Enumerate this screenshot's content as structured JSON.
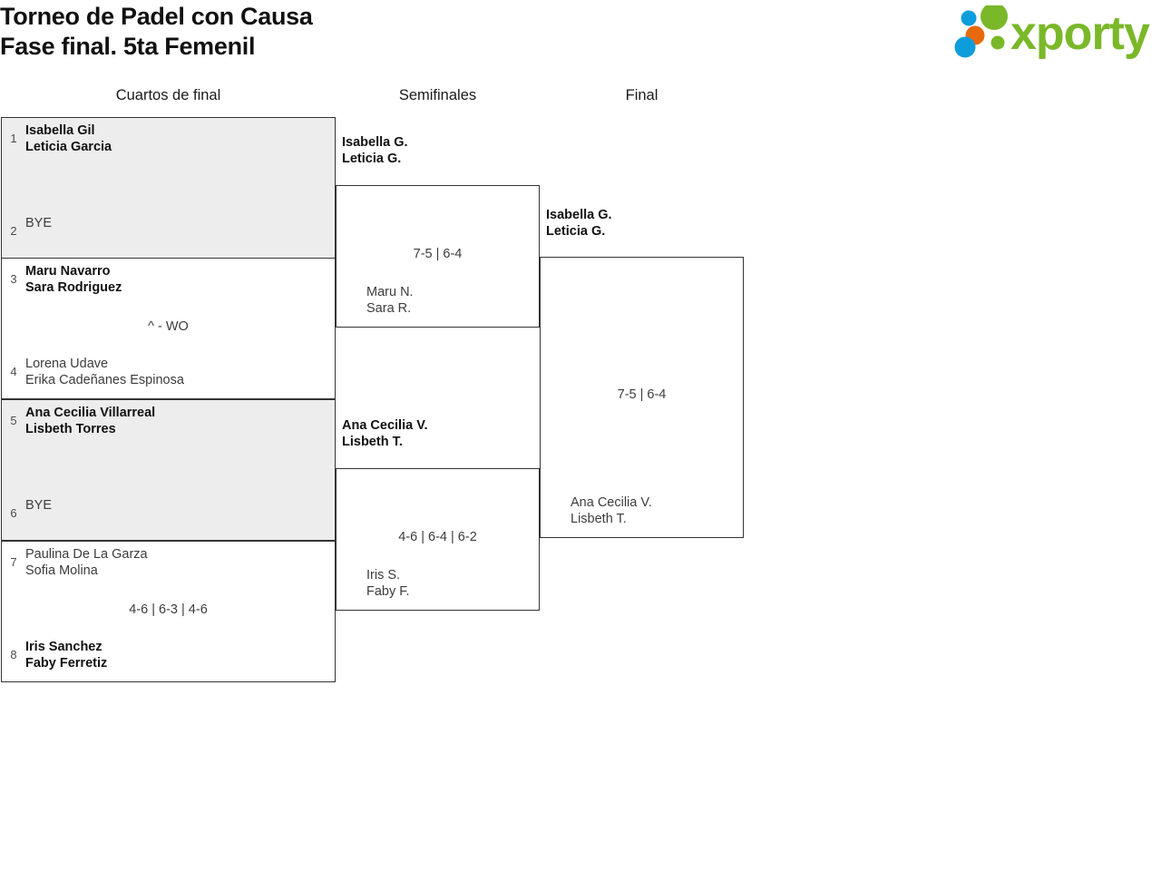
{
  "header": {
    "title_line1": "Torneo de Padel con Causa",
    "title_line2": "Fase final. 5ta Femenil",
    "logo_text": "xporty",
    "logo_colors": {
      "green": "#7ab829",
      "orange": "#e8690b",
      "blue": "#0d9ddb"
    }
  },
  "rounds": [
    {
      "label": "Cuartos de final"
    },
    {
      "label": "Semifinales"
    },
    {
      "label": "Final"
    }
  ],
  "quarterfinals": [
    {
      "shaded": true,
      "top": {
        "seed": "1",
        "names": [
          "Isabella Gil",
          "Leticia Garcia"
        ],
        "winner": true
      },
      "bottom": {
        "seed": "2",
        "names": [
          "BYE"
        ],
        "winner": false
      },
      "score": ""
    },
    {
      "shaded": false,
      "top": {
        "seed": "3",
        "names": [
          "Maru Navarro",
          "Sara Rodriguez"
        ],
        "winner": true
      },
      "bottom": {
        "seed": "4",
        "names": [
          "Lorena Udave",
          "Erika Cadeñanes Espinosa"
        ],
        "winner": false
      },
      "score": "^ - WO"
    },
    {
      "shaded": true,
      "top": {
        "seed": "5",
        "names": [
          "Ana Cecilia Villarreal",
          "Lisbeth Torres"
        ],
        "winner": true
      },
      "bottom": {
        "seed": "6",
        "names": [
          "BYE"
        ],
        "winner": false
      },
      "score": ""
    },
    {
      "shaded": false,
      "top": {
        "seed": "7",
        "names": [
          "Paulina De La Garza",
          "Sofia Molina"
        ],
        "winner": false
      },
      "bottom": {
        "seed": "8",
        "names": [
          "Iris Sanchez",
          "Faby Ferretiz"
        ],
        "winner": true
      },
      "score": "4-6 | 6-3 | 4-6"
    }
  ],
  "semifinals": [
    {
      "top": {
        "names": [
          "Isabella G.",
          "Leticia G."
        ],
        "winner": true
      },
      "bottom": {
        "names": [
          "Maru N.",
          "Sara R."
        ],
        "winner": false
      },
      "score": "7-5 | 6-4"
    },
    {
      "top": {
        "names": [
          "Ana Cecilia V.",
          "Lisbeth T."
        ],
        "winner": true
      },
      "bottom": {
        "names": [
          "Iris S.",
          "Faby F."
        ],
        "winner": false
      },
      "score": "4-6 | 6-4 | 6-2"
    }
  ],
  "final": {
    "top": {
      "names": [
        "Isabella G.",
        "Leticia G."
      ],
      "winner": true
    },
    "bottom": {
      "names": [
        "Ana Cecilia V.",
        "Lisbeth T."
      ],
      "winner": false
    },
    "score": "7-5 | 6-4"
  }
}
